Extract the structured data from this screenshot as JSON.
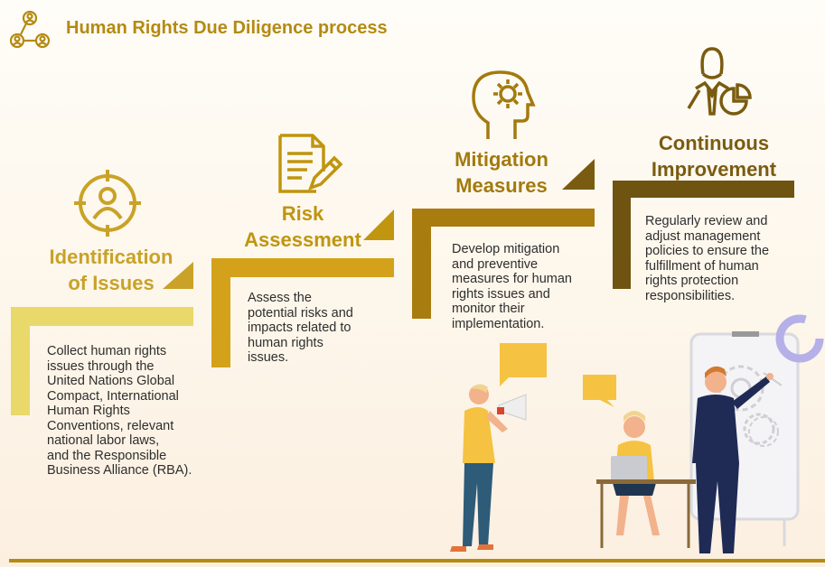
{
  "header": {
    "title": "Human Rights Due Diligence process",
    "icon": "people-network-icon"
  },
  "steps": [
    {
      "title_line1": "Identification",
      "title_line2": "of Issues",
      "description": [
        "Collect human rights",
        "issues through the",
        "United Nations Global",
        "Compact, International",
        "Human Rights",
        "Conventions, relevant",
        "national labor laws,",
        "and the Responsible",
        "Business Alliance (RBA)."
      ],
      "icon": "target-person-icon",
      "color": "#e8d96a"
    },
    {
      "title_line1": "Risk",
      "title_line2": "Assessment",
      "description": [
        "Assess the",
        "potential risks and",
        "impacts related to",
        "human rights",
        "issues."
      ],
      "icon": "document-pen-icon",
      "color": "#d4a21a"
    },
    {
      "title_line1": "Mitigation",
      "title_line2": "Measures",
      "description": [
        "Develop mitigation",
        "and preventive",
        "measures for human",
        "rights issues and",
        "monitor their",
        "implementation."
      ],
      "icon": "head-gear-icon",
      "color": "#a97c10"
    },
    {
      "title_line1": "Continuous",
      "title_line2": "Improvement",
      "description": [
        "Regularly review and",
        "adjust management",
        "policies to ensure the",
        "fulfillment of human",
        "rights protection",
        "responsibilities."
      ],
      "icon": "businessman-chart-icon",
      "color": "#6e5410"
    }
  ],
  "colors": {
    "title_text": "#b48a12",
    "step1_text": "#c9a227",
    "step2_text": "#c0950f",
    "step3_text": "#a37a0e",
    "step4_text": "#7a5c10",
    "illustration_accent": "#f5c242",
    "whiteboard_ring": "#b5b0e8"
  },
  "illustration": {
    "name": "team-presentation-illustration"
  }
}
